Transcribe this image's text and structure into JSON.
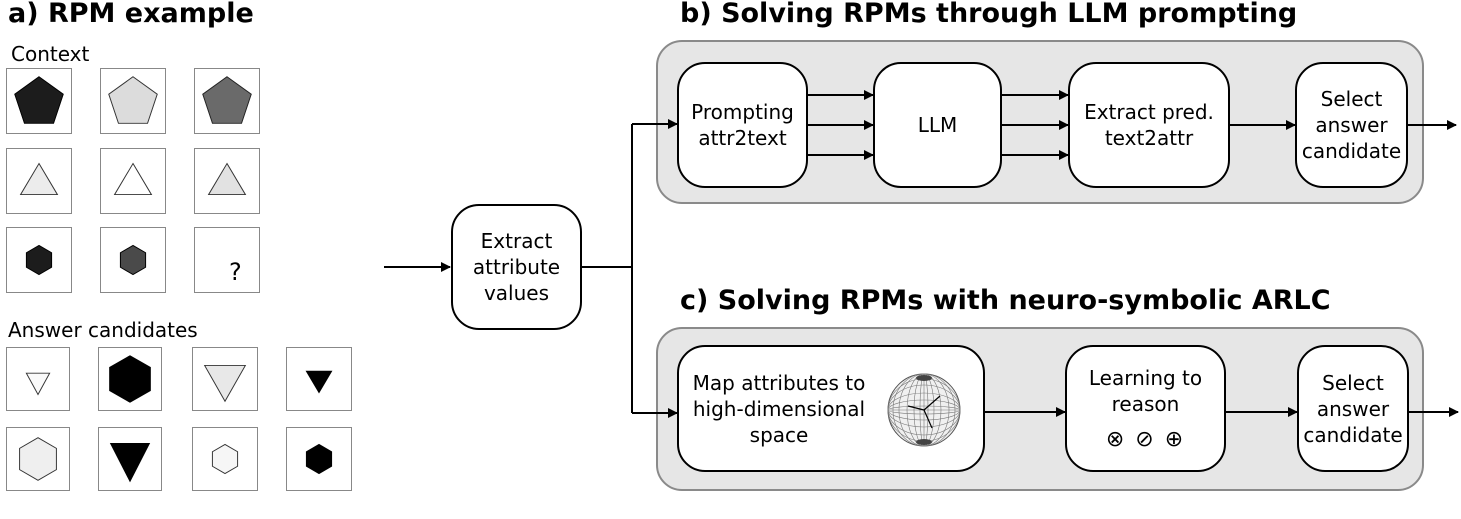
{
  "panel_a": {
    "title": "a) RPM example",
    "context_label": "Context",
    "answers_label": "Answer candidates",
    "missing_symbol": "?"
  },
  "pipeline": {
    "extract_node": "Extract\nattribute\nvalues"
  },
  "panel_b": {
    "title": "b) Solving RPMs through LLM prompting",
    "prompting_node": "Prompting\nattr2text",
    "llm_node": "LLM",
    "extract_pred_node": "Extract pred.\ntext2attr",
    "select_node": "Select\nanswer\ncandidate"
  },
  "panel_c": {
    "title": "c) Solving RPMs with neuro-symbolic ARLC",
    "map_node": "Map attributes to\nhigh-dimensional\nspace",
    "learning_node": "Learning to\nreason",
    "operators": "⊗ ⊘ ⊕",
    "select_node": "Select\nanswer\ncandidate"
  }
}
